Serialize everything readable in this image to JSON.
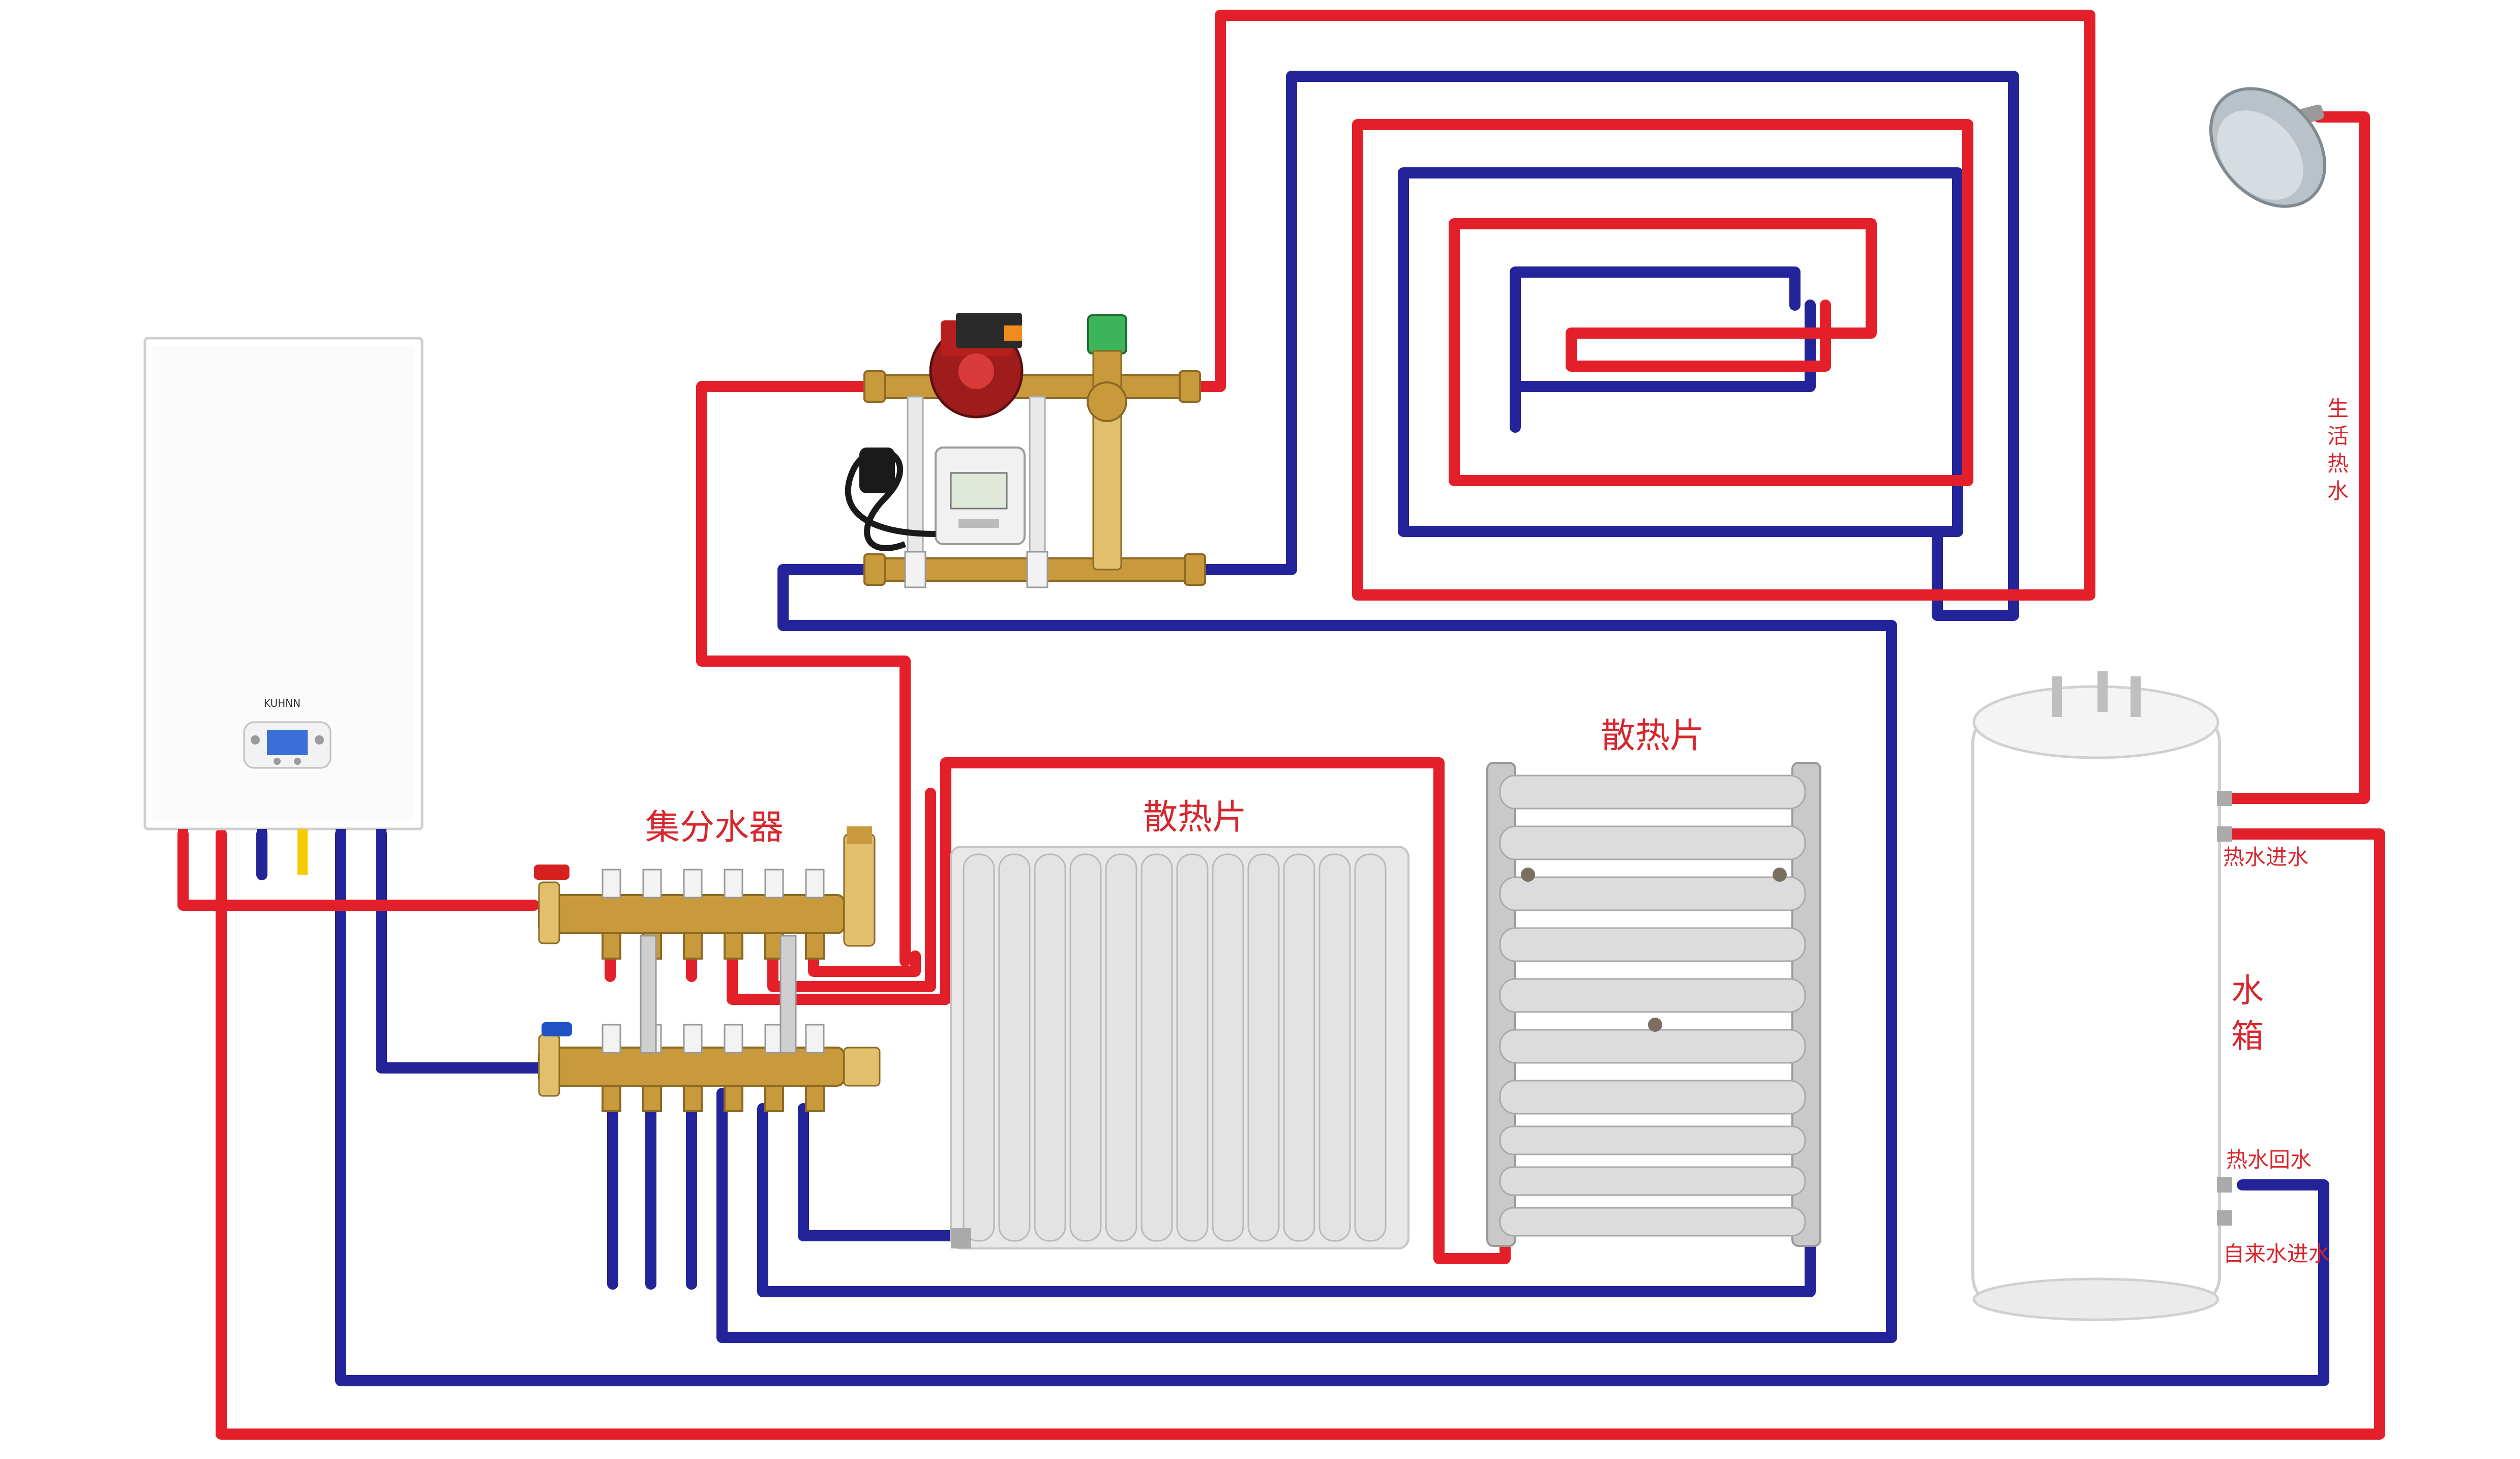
{
  "labels": {
    "manifold": "集分水器",
    "radiator_main": "散热片",
    "radiator_towel": "散热片",
    "domestic_hot_water": [
      "生",
      "活",
      "热",
      "水"
    ],
    "tank": [
      "水",
      "箱"
    ],
    "hot_water_in": "热水进水",
    "hot_water_return": "热水回水",
    "tap_water_in": "自来水进水"
  },
  "boiler": {
    "brand": "KUHNN"
  },
  "colors": {
    "supply_pipe": "#e3202a",
    "return_pipe": "#23239a",
    "label": "#d7262d"
  },
  "icons": [
    "shower-head-icon",
    "circulation-pump-icon",
    "mixing-valve-icon",
    "controller-icon",
    "power-plug-icon"
  ]
}
